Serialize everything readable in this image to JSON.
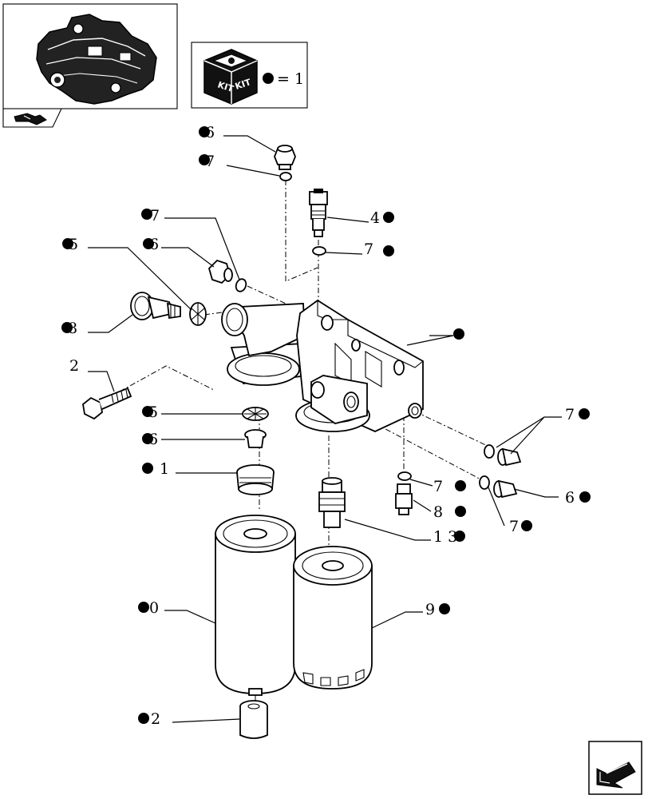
{
  "kit_legend": {
    "equals_text": "= 1",
    "kit_word_left": "KIT",
    "kit_word_right": "KIT"
  },
  "callouts": {
    "c1": "6",
    "c2": "7",
    "c3": "7",
    "c4": "6",
    "c5": "5",
    "c6": "8",
    "c7": "4",
    "c8": "7",
    "c9": "2",
    "c10": "5",
    "c11": "6",
    "c12": "1",
    "c13": "7",
    "c14": "6",
    "c15": "7",
    "c16": "8",
    "c17": "7",
    "c18": "1 3",
    "c19": "0",
    "c20": "9",
    "c21": "2"
  },
  "colors": {
    "ink": "#000000",
    "paper": "#ffffff"
  }
}
